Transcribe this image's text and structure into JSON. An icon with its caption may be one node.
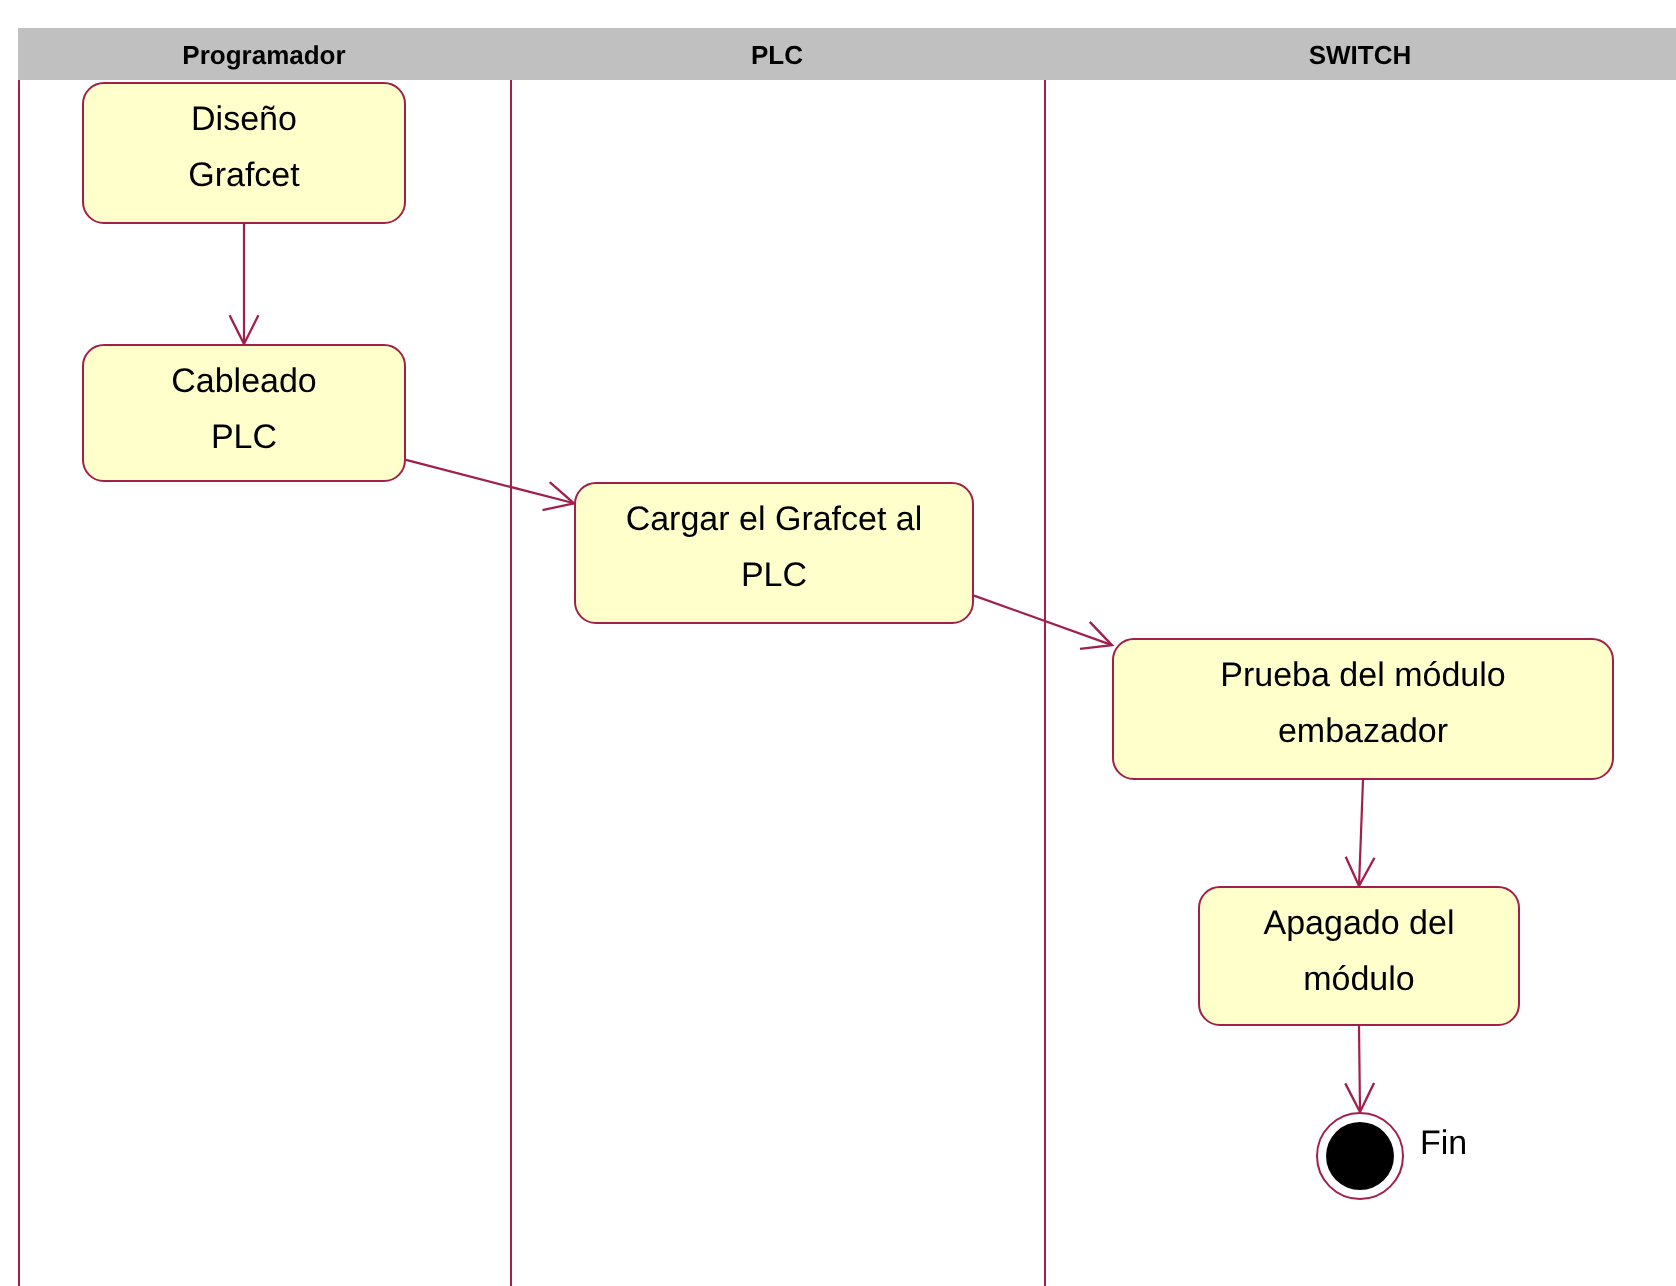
{
  "diagram": {
    "nodes": [
      {
        "text": [
          "Programador"
        ]
      },
      {
        "text": [
          "PLC"
        ]
      },
      {
        "text": [
          "SWITCH"
        ]
      },
      {
        "text": [
          "Diseño Grafcet"
        ],
        "in": 0
      },
      {
        "text": [
          "Cableado PLC"
        ],
        "in": 0
      },
      {
        "text": [
          "Cargar el Grafcet al PLC"
        ],
        "in": 1
      },
      {
        "text": [
          "Prueba del módulo embazador"
        ],
        "in": 2
      },
      {
        "text": [
          "Apagado del módulo"
        ],
        "in": 2
      },
      {
        "text": [],
        "shape": "circle",
        "in": 2,
        "beside": [
          "Fin"
        ]
      }
    ],
    "edges": [
      {
        "from": 3,
        "to": 4,
        "arrow": "to"
      },
      {
        "from": 4,
        "to": 5,
        "arrow": "to"
      },
      {
        "from": 5,
        "to": 6,
        "arrow": "to"
      },
      {
        "from": 6,
        "to": 7,
        "arrow": "to"
      },
      {
        "from": 7,
        "to": 8,
        "arrow": "to"
      }
    ]
  }
}
